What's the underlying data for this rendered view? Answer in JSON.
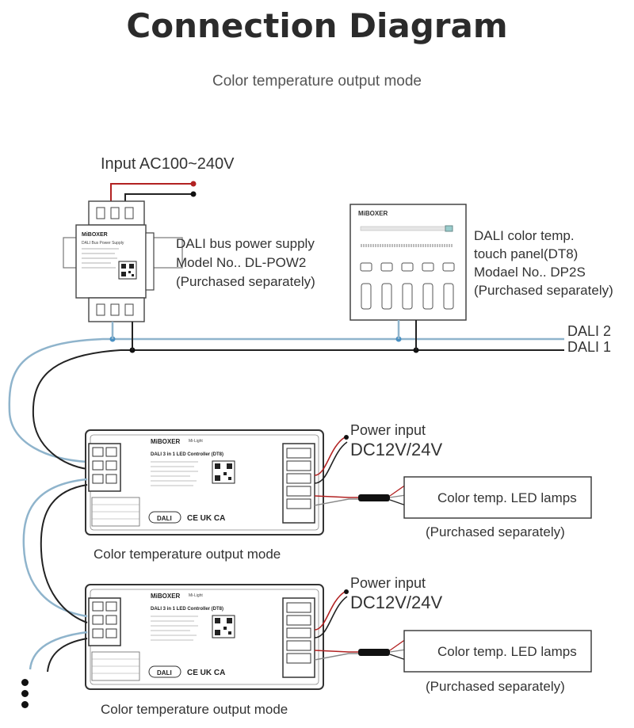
{
  "header": {
    "title": "Connection Diagram",
    "subtitle": "Color temperature output mode"
  },
  "input": {
    "label": "Input AC100~240V"
  },
  "power_supply": {
    "line1": "DALI bus power supply",
    "line2": "Model No.. DL-POW2",
    "line3": "(Purchased separately)",
    "brand": "MiBOXER",
    "device_text": "DALI Bus Power Supply"
  },
  "touch_panel": {
    "line1": "DALI color temp.",
    "line2": "touch panel(DT8)",
    "line3": "Modael No.. DP2S",
    "line4": "(Purchased separately)",
    "brand": "MiBOXER"
  },
  "bus": {
    "dali2": "DALI 2",
    "dali1": "DALI 1"
  },
  "controllers": [
    {
      "brand": "MiBOXER",
      "tag": "Mi-Light",
      "model_title": "DALI 3 in 1 LED Controller (DT8)",
      "power_line1": "Power input",
      "power_line2": "DC12V/24V",
      "lamps": "Color temp. LED lamps",
      "lamps_note": "(Purchased separately)",
      "mode": "Color temperature output mode"
    },
    {
      "brand": "MiBOXER",
      "tag": "Mi-Light",
      "model_title": "DALI 3 in 1 LED Controller (DT8)",
      "power_line1": "Power input",
      "power_line2": "DC12V/24V",
      "lamps": "Color temp. LED lamps",
      "lamps_note": "(Purchased separately)",
      "mode": "Color temperature output mode"
    }
  ],
  "dali_badge": "DALI",
  "certs": "CE UK CA",
  "colors": {
    "wire_blue": "#8fb4cc",
    "wire_black": "#222222",
    "wire_red": "#b22222",
    "device_outline": "#444444"
  }
}
